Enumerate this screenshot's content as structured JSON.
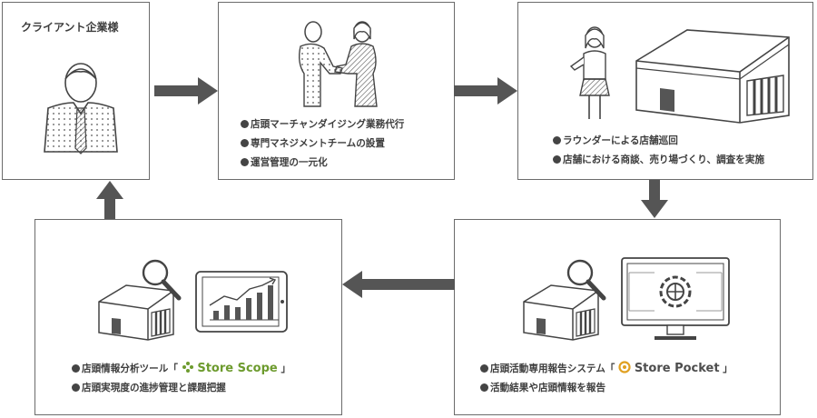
{
  "client_box": {
    "title": "クライアント企業様"
  },
  "strategy_box": {
    "items": [
      "店頭マーチャンダイジング業務代行",
      "専門マネジメントチームの設置",
      "運営管理の一元化"
    ]
  },
  "rounder_box": {
    "items": [
      "ラウンダーによる店舗巡回",
      "店舗における商談、売り場づくり、調査を実施"
    ]
  },
  "report_box": {
    "item1_prefix": "店頭活動専用報告システム「",
    "item1_brand": "Store Pocket",
    "item1_suffix": "」",
    "item2": "活動結果や店頭情報を報告"
  },
  "analysis_box": {
    "item1_prefix": "店頭情報分析ツール「",
    "item1_brand": "Store Scope",
    "item1_suffix": "」",
    "item2": "店頭実現度の進捗管理と課題把握"
  },
  "colors": {
    "border": "#6b6b6b",
    "arrow": "#555555",
    "scope_green": "#6d9b2e",
    "pocket_orange": "#e0a020"
  }
}
